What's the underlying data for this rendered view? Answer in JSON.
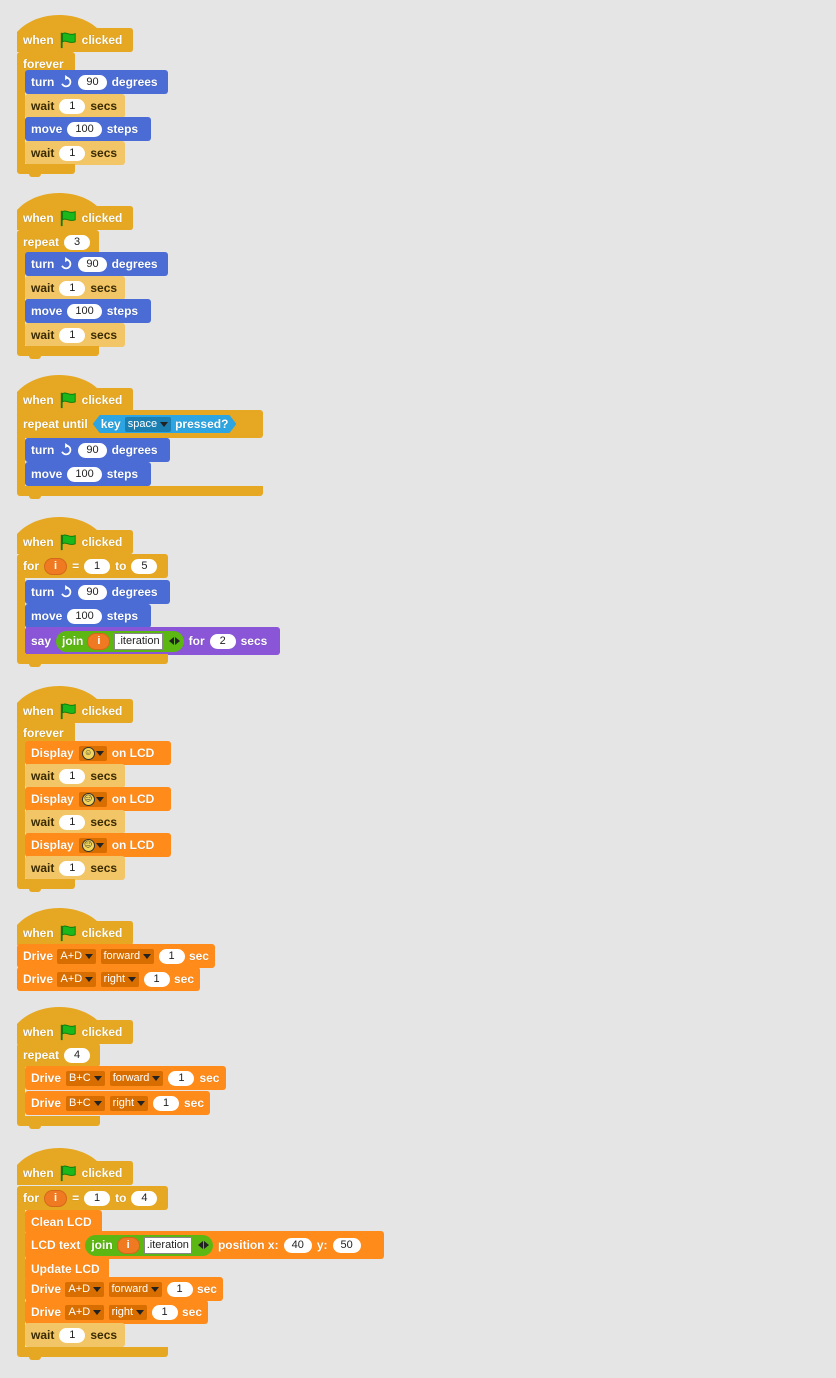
{
  "colors": {
    "control": "#e6a822",
    "motion": "#4a6cd4",
    "looks": "#8a55d7",
    "wait": "#f2c667",
    "ev3": "#ff8c1a",
    "sensing": "#2ca5e2",
    "operators": "#5cb712",
    "flag": "#1bb81b"
  },
  "icons": {
    "flag": "green-flag-icon",
    "turn": "clockwise-arrow-icon",
    "dropdown": "dropdown-triangle-icon"
  },
  "s1": {
    "when": "when",
    "clicked": "clicked",
    "forever": "forever",
    "turn": "turn",
    "turn_val": "90",
    "degrees": "degrees",
    "wait": "wait",
    "wait1_val": "1",
    "secs": "secs",
    "move": "move",
    "move_val": "100",
    "steps": "steps",
    "wait2_val": "1"
  },
  "s2": {
    "when": "when",
    "clicked": "clicked",
    "repeat": "repeat",
    "repeat_val": "3",
    "turn": "turn",
    "turn_val": "90",
    "degrees": "degrees",
    "wait": "wait",
    "wait1_val": "1",
    "secs": "secs",
    "move": "move",
    "move_val": "100",
    "steps": "steps",
    "wait2_val": "1"
  },
  "s3": {
    "when": "when",
    "clicked": "clicked",
    "repeat_until": "repeat until",
    "key": "key",
    "key_val": "space",
    "pressed": "pressed?",
    "turn": "turn",
    "turn_val": "90",
    "degrees": "degrees",
    "move": "move",
    "move_val": "100",
    "steps": "steps"
  },
  "s4": {
    "when": "when",
    "clicked": "clicked",
    "for": "for",
    "var": "i",
    "eq": "=",
    "from": "1",
    "to": "to",
    "to_val": "5",
    "turn": "turn",
    "turn_val": "90",
    "degrees": "degrees",
    "move": "move",
    "move_val": "100",
    "steps": "steps",
    "say": "say",
    "join": "join",
    "join_var": "i",
    "join_str": ".iteration",
    "for2": "for",
    "for_val": "2",
    "secs": "secs"
  },
  "s5": {
    "when": "when",
    "clicked": "clicked",
    "forever": "forever",
    "display": "Display",
    "on_lcd": "on LCD",
    "face1": "☺",
    "face2": "😑",
    "face3": "😐",
    "wait": "wait",
    "wait_val": "1",
    "secs": "secs"
  },
  "s6": {
    "when": "when",
    "clicked": "clicked",
    "drive": "Drive",
    "port1": "A+D",
    "dir1": "forward",
    "val1": "1",
    "sec": "sec",
    "port2": "A+D",
    "dir2": "right",
    "val2": "1"
  },
  "s7": {
    "when": "when",
    "clicked": "clicked",
    "repeat": "repeat",
    "repeat_val": "4",
    "drive": "Drive",
    "port1": "B+C",
    "dir1": "forward",
    "val1": "1",
    "sec": "sec",
    "port2": "B+C",
    "dir2": "right",
    "val2": "1"
  },
  "s8": {
    "when": "when",
    "clicked": "clicked",
    "for": "for",
    "var": "i",
    "eq": "=",
    "from": "1",
    "to": "to",
    "to_val": "4",
    "clean": "Clean LCD",
    "lcdtext": "LCD text",
    "join": "join",
    "join_var": "i",
    "join_str": ".iteration",
    "position_x": "position x:",
    "x_val": "40",
    "y": "y:",
    "y_val": "50",
    "update": "Update LCD",
    "drive": "Drive",
    "port1": "A+D",
    "dir1": "forward",
    "val1": "1",
    "sec": "sec",
    "port2": "A+D",
    "dir2": "right",
    "val2": "1",
    "wait": "wait",
    "wait_val": "1",
    "secs": "secs"
  }
}
